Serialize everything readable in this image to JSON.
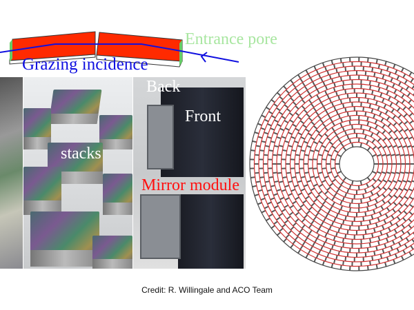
{
  "labels": {
    "entrance_pore": "Entrance pore",
    "grazing_incidence": "Grazing incidence",
    "stacks": "stacks",
    "back": "Back",
    "front": "Front",
    "mirror_module": "Mirror module"
  },
  "credit": "Credit: R. Willingale and ACO Team",
  "colors": {
    "plate": "#ff2a00",
    "ray": "#1010e0",
    "entrance": "#a8e6a0",
    "ring": "#d03030",
    "spoke": "#555555"
  }
}
